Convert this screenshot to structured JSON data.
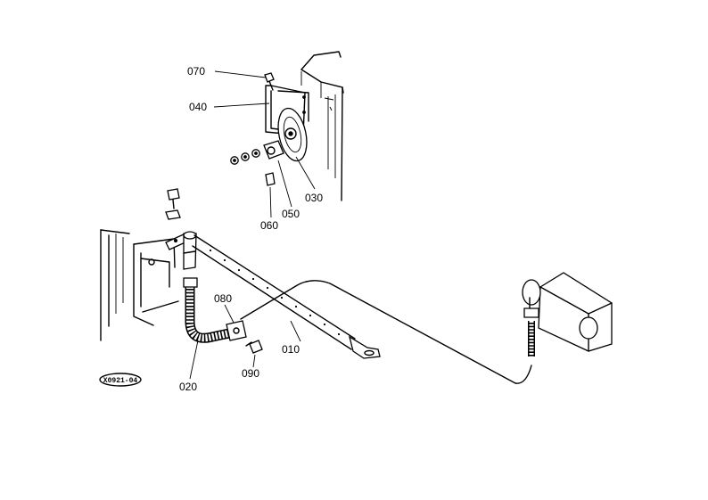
{
  "parts": [
    {
      "id": "p010",
      "label": "010"
    },
    {
      "id": "p020",
      "label": "020"
    },
    {
      "id": "p030",
      "label": "030"
    },
    {
      "id": "p040",
      "label": "040"
    },
    {
      "id": "p050",
      "label": "050"
    },
    {
      "id": "p060",
      "label": "060"
    },
    {
      "id": "p070",
      "label": "070"
    },
    {
      "id": "p080",
      "label": "080"
    },
    {
      "id": "p090",
      "label": "090"
    }
  ],
  "figure_code": "X0921-04"
}
